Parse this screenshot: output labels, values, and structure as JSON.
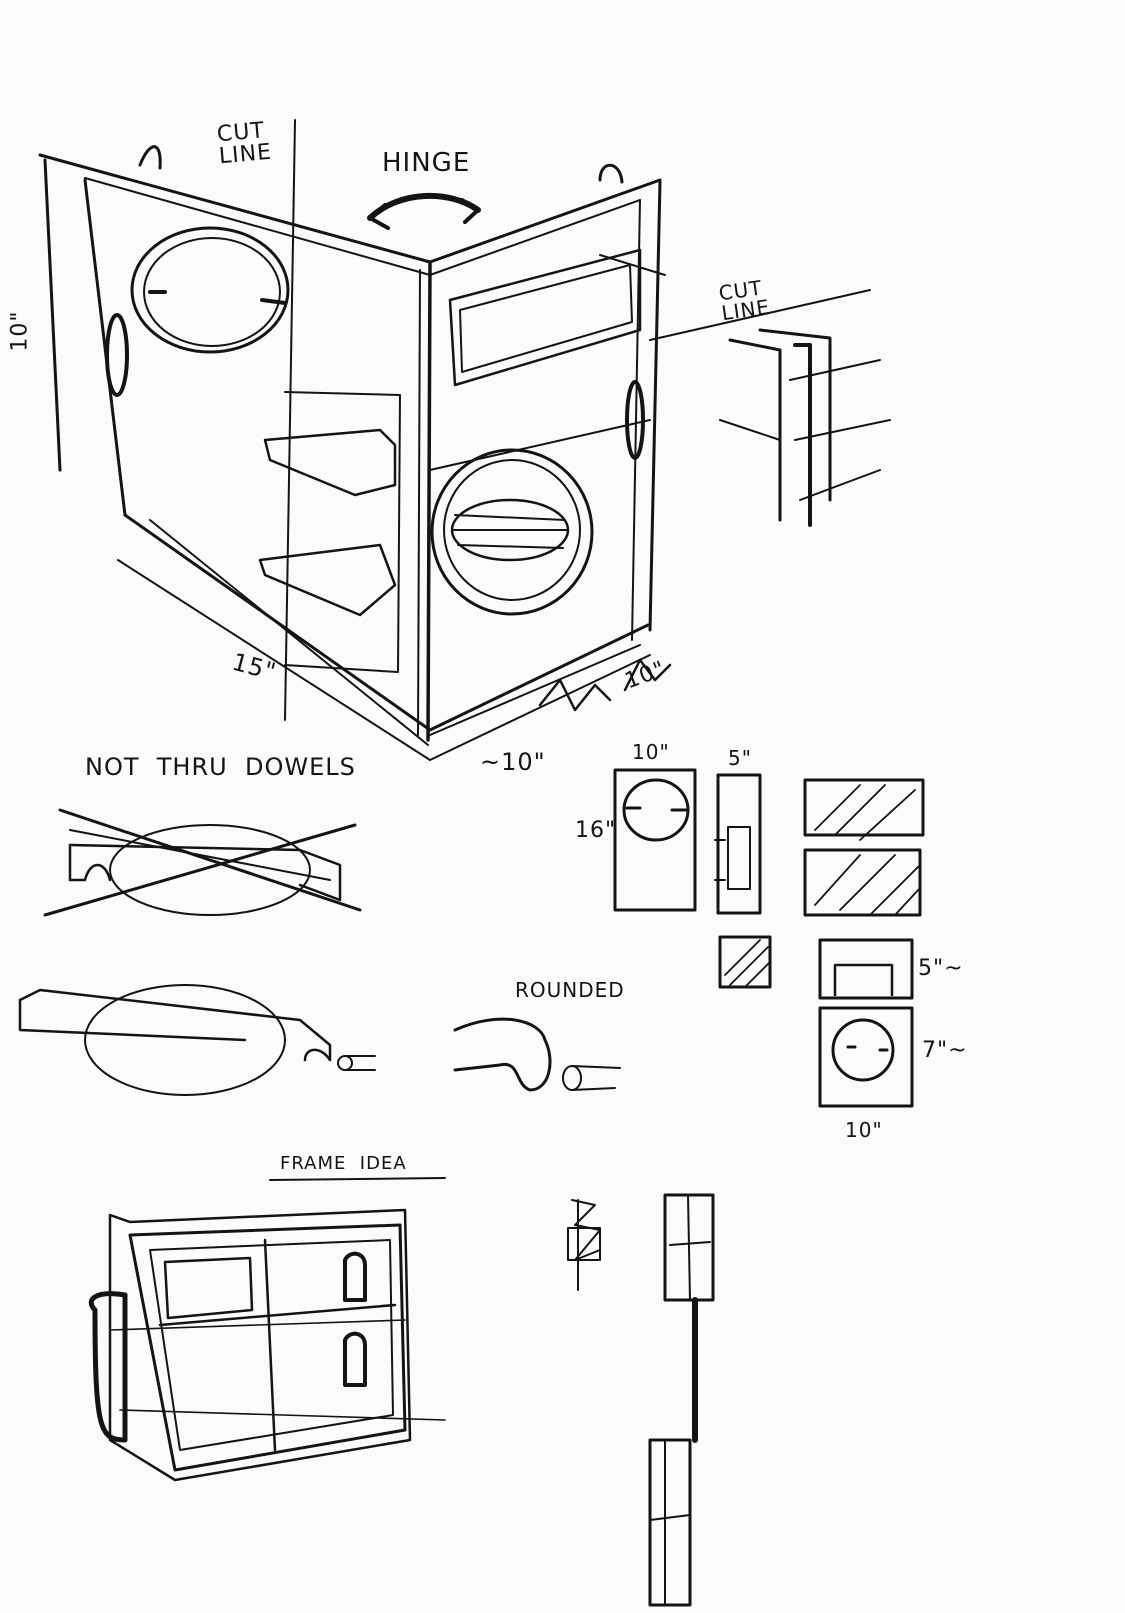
{
  "sheet": {
    "ink_color": "#141414",
    "paper_color": "#fbfbf9"
  },
  "labels": {
    "cut_line_top": "CUT\nLINE",
    "hinge": "HINGE",
    "cut_line_right": "CUT\nLINE",
    "height_left": "10\"",
    "depth_15": "15\"",
    "width_10": "~10\"",
    "width_10_right": "10\"",
    "not_thru_dowels": "NOT  THRU  DOWELS",
    "rounded": "ROUNDED",
    "elev_width": "10\"",
    "elev_depth": "5\"",
    "elev_height": "16\"",
    "plan_height_5": "5\"~",
    "plan_height_7": "7\"~",
    "plan_width": "10\"",
    "frame_idea": "FRAME  IDEA"
  }
}
